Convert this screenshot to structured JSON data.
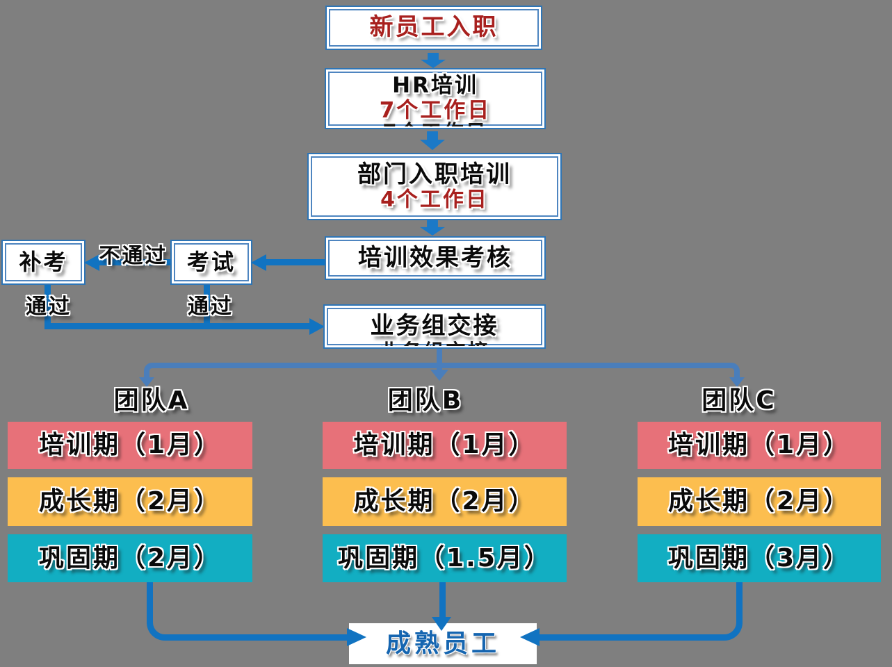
{
  "colors": {
    "background": "#7F7F7F",
    "box_border_outer": "#2E75B6",
    "box_border_inner": "#4E85C0",
    "block_arrow": "#1B79C7",
    "branch_line": "#4A7EBB",
    "connector_line": "#1173C1",
    "phase_training": "#E77179",
    "phase_growth": "#FCBE4F",
    "phase_consolidation": "#12AEC2",
    "red_text": "#A8201E",
    "black_text": "#0A0A0A",
    "mature_text": "#1565B0"
  },
  "flow": {
    "start": "新员工入职",
    "hr_training_title": "HR培训",
    "hr_training_duration": "7个工作日",
    "dept_training_title": "部门入职培训",
    "dept_training_duration": "4个工作日",
    "assessment": "培训效果考核",
    "exam": "考试",
    "makeup_exam": "补考",
    "fail_label": "不通过",
    "pass_label_makeup": "通过",
    "pass_label_exam": "通过",
    "handover": "业务组交接",
    "mature_employee": "成熟员工"
  },
  "teams": [
    {
      "name": "团队A",
      "phases": [
        {
          "label": "培训期（1月）",
          "color": "#E77179"
        },
        {
          "label": "成长期（2月）",
          "color": "#FCBE4F"
        },
        {
          "label": "巩固期（2月）",
          "color": "#12AEC2"
        }
      ]
    },
    {
      "name": "团队B",
      "phases": [
        {
          "label": "培训期（1月）",
          "color": "#E77179"
        },
        {
          "label": "成长期（2月）",
          "color": "#FCBE4F"
        },
        {
          "label": "巩固期（1.5月）",
          "color": "#12AEC2"
        }
      ]
    },
    {
      "name": "团队C",
      "phases": [
        {
          "label": "培训期（1月）",
          "color": "#E77179"
        },
        {
          "label": "成长期（2月）",
          "color": "#FCBE4F"
        },
        {
          "label": "巩固期（3月）",
          "color": "#12AEC2"
        }
      ]
    }
  ]
}
